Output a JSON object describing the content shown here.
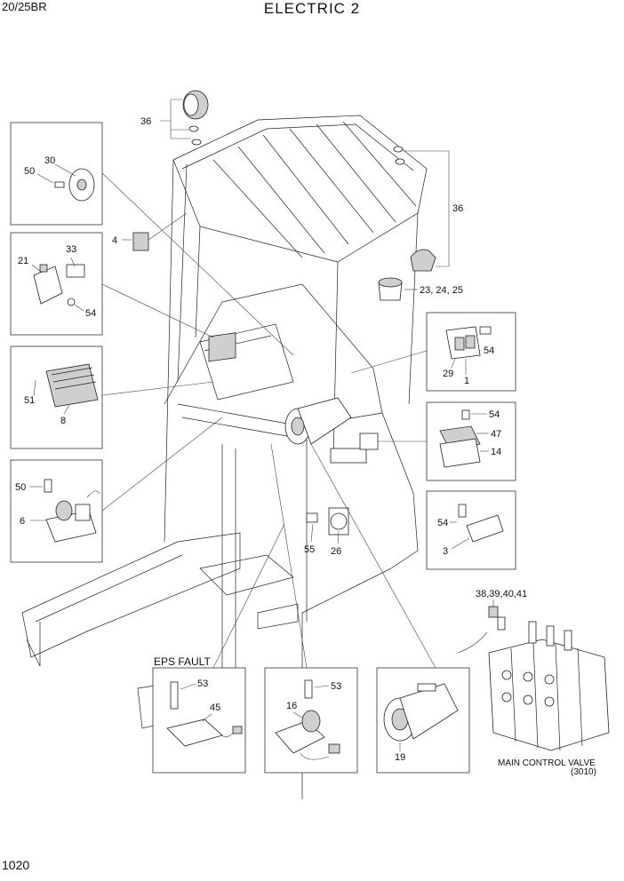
{
  "header": {
    "model": "20/25BR",
    "title": "ELECTRIC 2"
  },
  "footer": {
    "page_number": "1020"
  },
  "callouts": {
    "c36a": "36",
    "c36b": "36",
    "c30": "30",
    "c50a": "50",
    "c4": "4",
    "c21": "21",
    "c33": "33",
    "c54a": "54",
    "c51": "51",
    "c8": "8",
    "c50b": "50",
    "c6": "6",
    "c2325": "23, 24, 25",
    "c54b": "54",
    "c29": "29",
    "c1": "1",
    "c54c": "54",
    "c47": "47",
    "c14": "14",
    "c54d": "54",
    "c3": "3",
    "c55": "55",
    "c26": "26",
    "c3841": "38,39,40,41",
    "c53a": "53",
    "c45": "45",
    "c53b": "53",
    "c16": "16",
    "c19": "19"
  },
  "labels": {
    "eps_fault": "EPS FAULT",
    "main_control_valve": "MAIN CONTROL VALVE",
    "mcv_ref": "(3010)"
  }
}
